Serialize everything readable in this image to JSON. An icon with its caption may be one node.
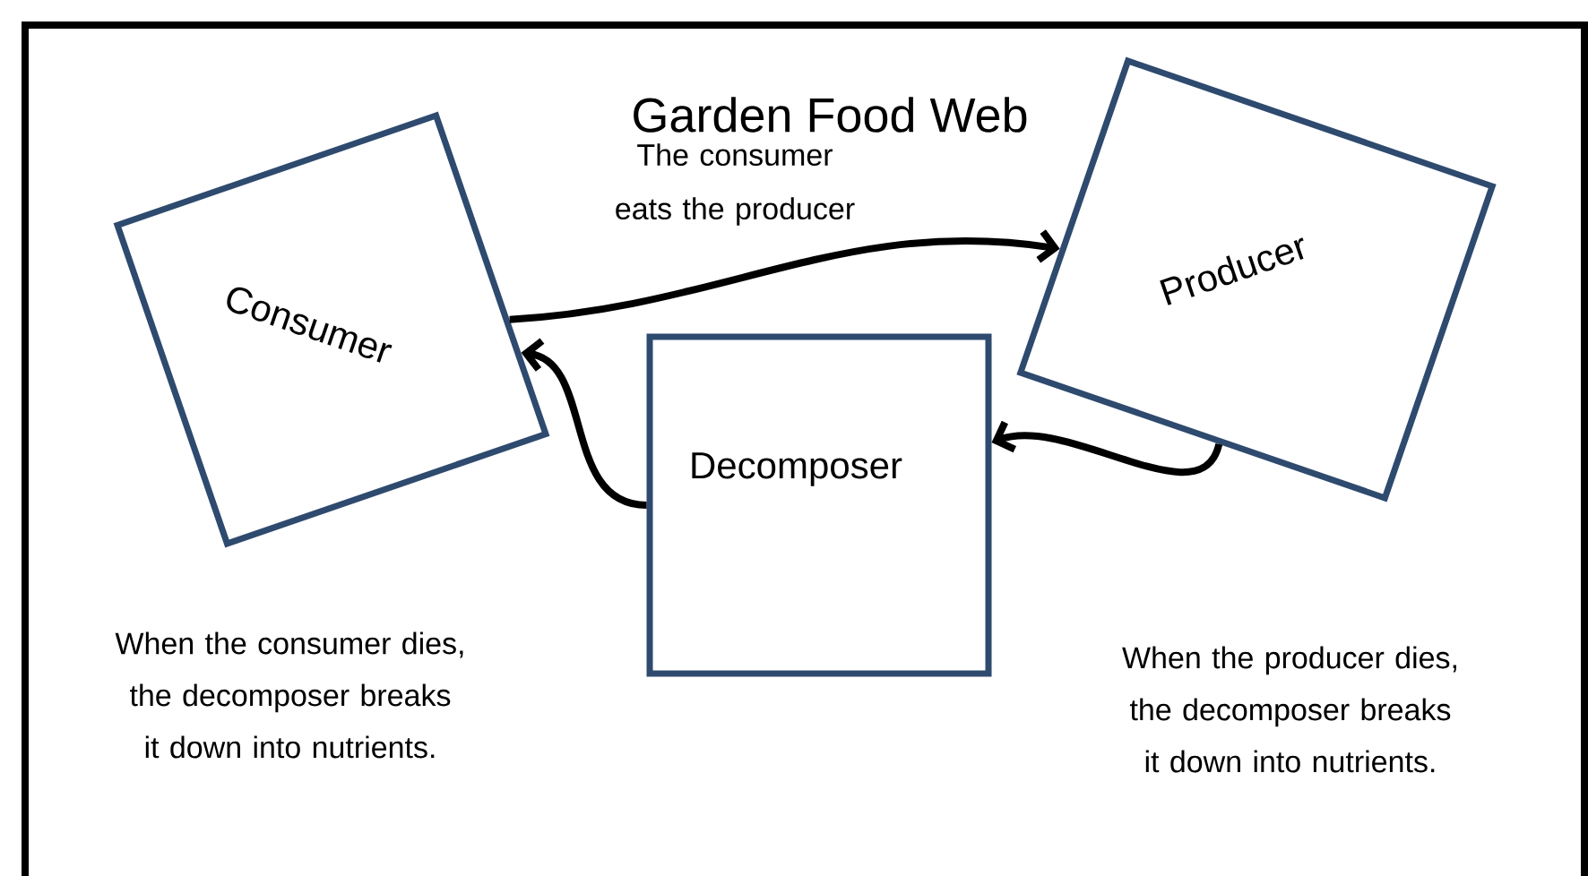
{
  "diagram": {
    "title": "Garden Food Web",
    "nodes": [
      {
        "text": [
          "Consumer"
        ]
      },
      {
        "text": [
          "Producer"
        ]
      },
      {
        "text": [
          "Decomposer"
        ]
      }
    ],
    "edges": [
      {
        "from": 0,
        "to": 1,
        "arrow": "to",
        "label": "The consumer eats the producer"
      },
      {
        "from": 1,
        "to": 2,
        "arrow": "to"
      },
      {
        "from": 2,
        "to": 0,
        "arrow": "to"
      }
    ],
    "labels": [
      "When the consumer dies, the decomposer breaks it down into nutrients.",
      "When the producer dies, the decomposer breaks it down into nutrients."
    ]
  }
}
